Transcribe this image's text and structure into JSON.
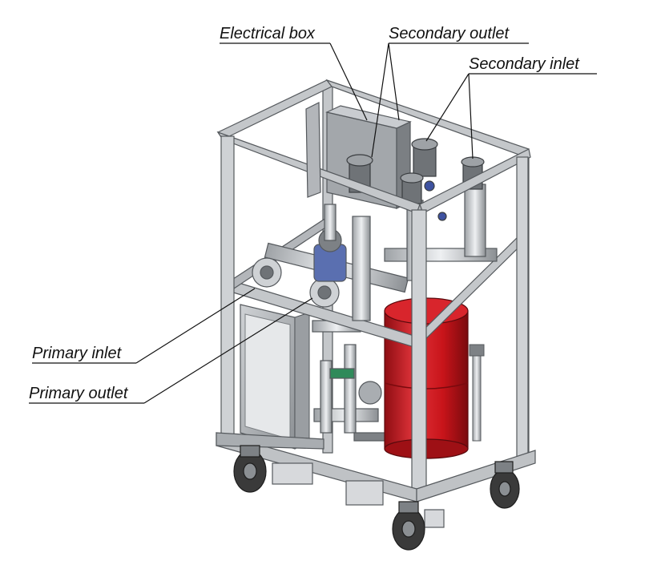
{
  "labels": {
    "electrical_box": "Electrical box",
    "secondary_outlet": "Secondary outlet",
    "secondary_inlet": "Secondary inlet",
    "primary_inlet": "Primary inlet",
    "primary_outlet": "Primary outlet"
  },
  "colors": {
    "frame": "#b9bcc0",
    "frame_dark": "#6f7377",
    "pipe": "#d7d9dc",
    "tank": "#c8141a",
    "valve": "#5a6fb0",
    "wheel": "#3a3a3a"
  }
}
